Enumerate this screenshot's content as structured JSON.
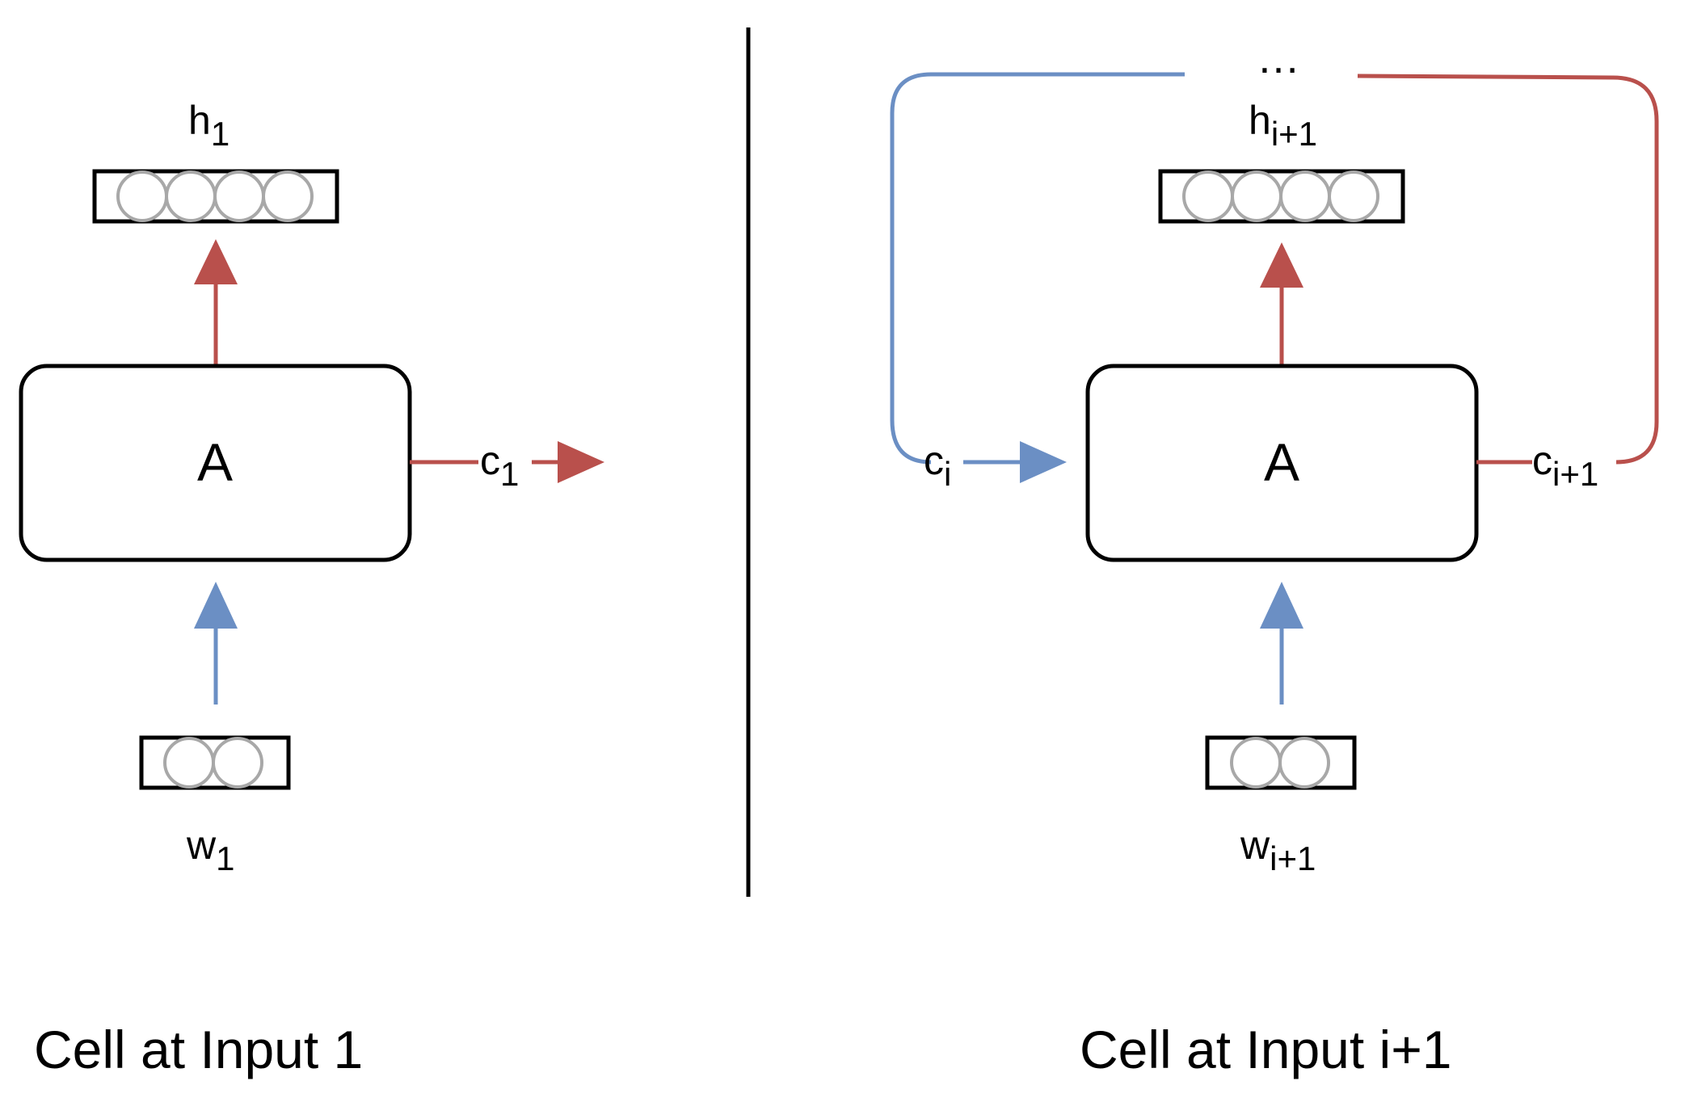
{
  "colors": {
    "input_arrow": "#6b8fc4",
    "output_arrow": "#b9504c",
    "divider": "#000000",
    "unit_circle": "#a8a8a8"
  },
  "left_panel": {
    "cell_label": "A",
    "hidden_label": {
      "base": "h",
      "sub": "1"
    },
    "input_label": {
      "base": "w",
      "sub": "1"
    },
    "cell_state_out": {
      "base": "c",
      "sub": "1"
    },
    "caption": "Cell at Input 1"
  },
  "right_panel": {
    "cell_label": "A",
    "hidden_label": {
      "base": "h",
      "sub": "i+1"
    },
    "input_label": {
      "base": "w",
      "sub": "i+1"
    },
    "cell_state_in": {
      "base": "c",
      "sub": "i"
    },
    "cell_state_out": {
      "base": "c",
      "sub": "i+1"
    },
    "ellipsis": "…",
    "caption": "Cell at Input i+1"
  }
}
